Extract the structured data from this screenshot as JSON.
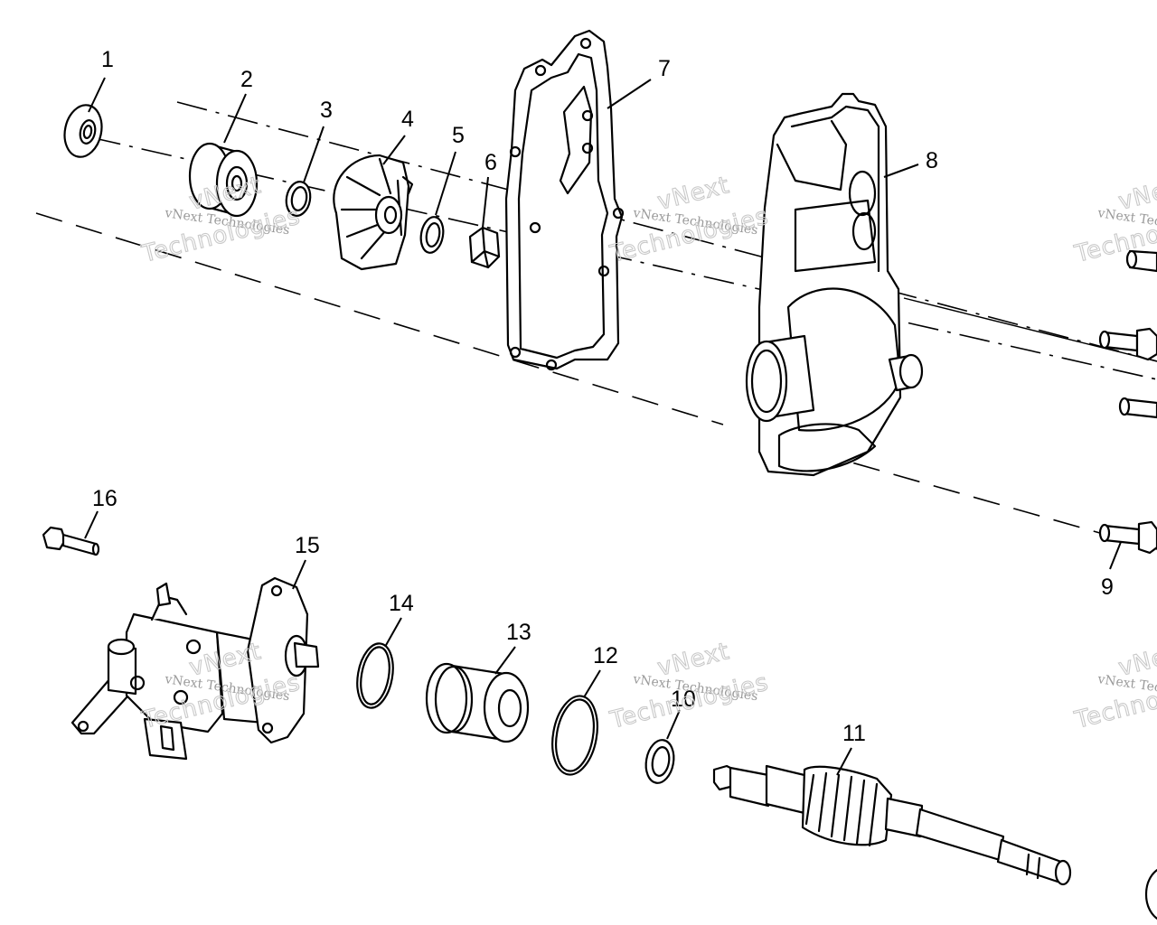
{
  "diagram": {
    "callouts": [
      "1",
      "2",
      "3",
      "4",
      "5",
      "6",
      "7",
      "8",
      "9",
      "10",
      "11",
      "12",
      "13",
      "14",
      "15",
      "16"
    ]
  },
  "watermark": {
    "line1": "vNext Technologies",
    "line2a": "vNext",
    "line2b": "Technologies"
  }
}
